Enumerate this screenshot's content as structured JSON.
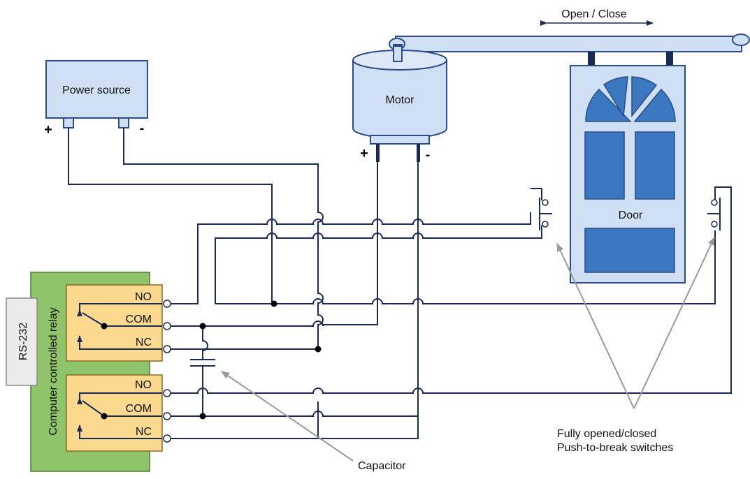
{
  "labels": {
    "open_close": "Open / Close",
    "power_source": "Power source",
    "motor": "Motor",
    "door": "Door",
    "rs232": "RS-232",
    "relay_module": "Computer controlled relay",
    "capacitor": "Capacitor",
    "switches_line1": "Fully opened/closed",
    "switches_line2": "Push-to-break switches",
    "relay1": {
      "no": "NO",
      "com": "COM",
      "nc": "NC"
    },
    "relay2": {
      "no": "NO",
      "com": "COM",
      "nc": "NC"
    },
    "power_plus": "+",
    "power_minus": "-",
    "motor_plus": "+",
    "motor_minus": "-"
  },
  "colors": {
    "wire": "#1a2a55",
    "device_fill": "#cfe0f4",
    "device_stroke": "#2d4a8a",
    "door_panel": "#3b78c0",
    "relay_board": "#8fc46a",
    "relay_fill": "#fbd98e",
    "rs232_fill": "#ebebeb",
    "pointer": "#9a9a9a"
  }
}
